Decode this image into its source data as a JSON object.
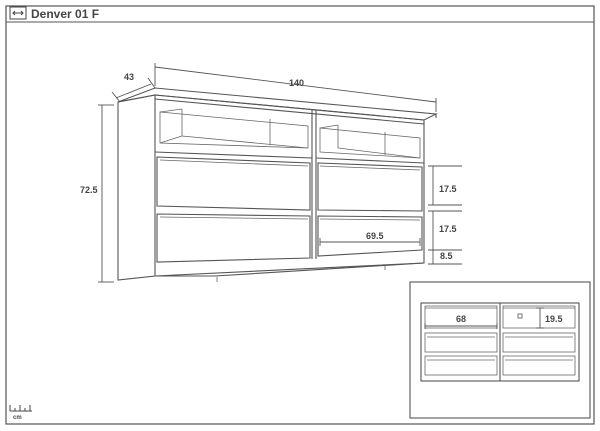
{
  "header": {
    "title": "Denver 01 F",
    "icon": "width-arrows-icon"
  },
  "dimensions": {
    "width": "140",
    "depth": "43",
    "height": "72.5",
    "drawer_height_upper": "17.5",
    "drawer_height_lower": "17.5",
    "drawer_width": "69.5",
    "plinth_height": "8.5"
  },
  "detail": {
    "shelf_width": "68",
    "shelf_height": "19.5"
  },
  "scale": {
    "unit": "cm",
    "icon": "ruler-icon"
  }
}
